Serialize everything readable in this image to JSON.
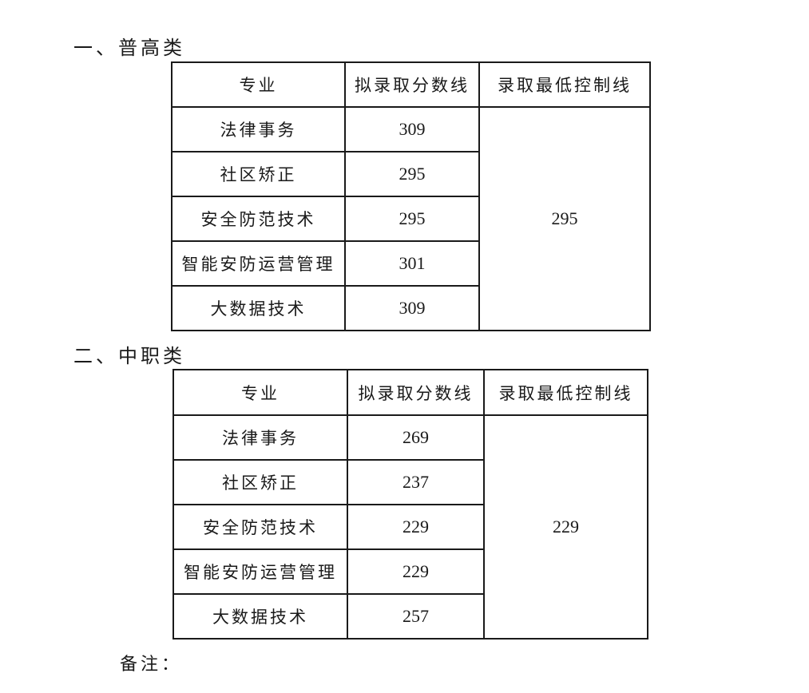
{
  "sections": [
    {
      "title": "一、普高类",
      "headers": [
        "专业",
        "拟录取分数线",
        "录取最低控制线"
      ],
      "rows": [
        {
          "major": "法律事务",
          "score": "309"
        },
        {
          "major": "社区矫正",
          "score": "295"
        },
        {
          "major": "安全防范技术",
          "score": "295"
        },
        {
          "major": "智能安防运营管理",
          "score": "301"
        },
        {
          "major": "大数据技术",
          "score": "309"
        }
      ],
      "min_control_line": "295"
    },
    {
      "title": "二、中职类",
      "headers": [
        "专业",
        "拟录取分数线",
        "录取最低控制线"
      ],
      "rows": [
        {
          "major": "法律事务",
          "score": "269"
        },
        {
          "major": "社区矫正",
          "score": "237"
        },
        {
          "major": "安全防范技术",
          "score": "229"
        },
        {
          "major": "智能安防运营管理",
          "score": "229"
        },
        {
          "major": "大数据技术",
          "score": "257"
        }
      ],
      "min_control_line": "229"
    }
  ],
  "note_label": "备注："
}
